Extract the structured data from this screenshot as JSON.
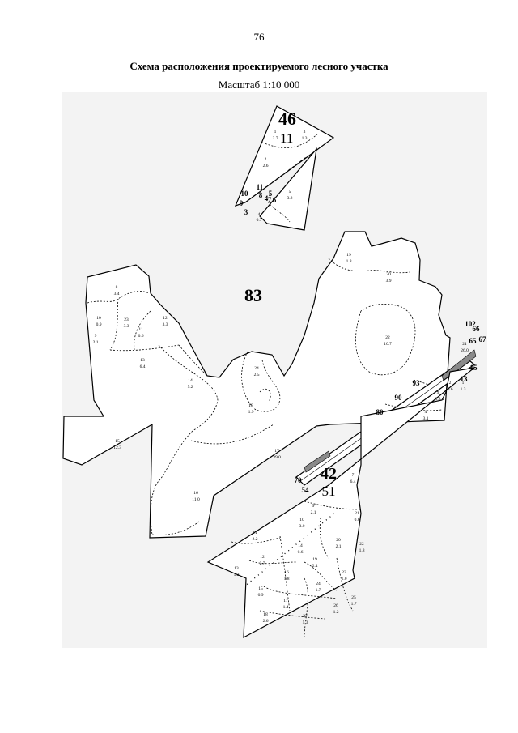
{
  "page": {
    "number": "76"
  },
  "header": {
    "title": "Схема расположения проектируемого лесного участка",
    "scale": "Масштаб 1:10 000"
  },
  "quarters": [
    {
      "id": "46",
      "sub": "11"
    },
    {
      "id": "83"
    },
    {
      "id": "42",
      "sub": "51"
    }
  ],
  "plots": [
    {
      "id": "1",
      "area": "2.7"
    },
    {
      "id": "3",
      "area": "1.3"
    },
    {
      "id": "2",
      "area": "2.6"
    },
    {
      "id": "5",
      "area": "3.2"
    },
    {
      "id": "4",
      "area": "0.7"
    },
    {
      "id": "19",
      "area": "1.8"
    },
    {
      "id": "20",
      "area": "3.9"
    },
    {
      "id": "8",
      "area": "3.4"
    },
    {
      "id": "10",
      "area": "0.9"
    },
    {
      "id": "23",
      "area": "3.3"
    },
    {
      "id": "12",
      "area": "3.3"
    },
    {
      "id": "11",
      "area": "0.6"
    },
    {
      "id": "9",
      "area": "2.1"
    },
    {
      "id": "13",
      "area": "6.4"
    },
    {
      "id": "22",
      "area": "10.7"
    },
    {
      "id": "21",
      "area": "26.0"
    },
    {
      "id": "24",
      "area": "2.5"
    },
    {
      "id": "14",
      "area": "5.2"
    },
    {
      "id": "18",
      "area": "1.9"
    },
    {
      "id": "15",
      "area": "12.3"
    },
    {
      "id": "17",
      "area": "39.0"
    },
    {
      "id": "16",
      "area": "11.0"
    },
    {
      "id": "4",
      "area": "3.1"
    },
    {
      "id": "3",
      "area": "0.8"
    },
    {
      "id": "2",
      "area": "0.6"
    },
    {
      "id": "1",
      "area": "1.3"
    },
    {
      "id": "7",
      "area": "6.4"
    },
    {
      "id": "9",
      "area": "2.1"
    },
    {
      "id": "21",
      "area": "0.6"
    },
    {
      "id": "10",
      "area": "3.0"
    },
    {
      "id": "11",
      "area": "2.2"
    },
    {
      "id": "20",
      "area": "2.1"
    },
    {
      "id": "22",
      "area": "1.8"
    },
    {
      "id": "14",
      "area": "0.6"
    },
    {
      "id": "12",
      "area": "2.7"
    },
    {
      "id": "19",
      "area": "2.4"
    },
    {
      "id": "13",
      "area": "1.2"
    },
    {
      "id": "16",
      "area": "1.8"
    },
    {
      "id": "23",
      "area": "1.0"
    },
    {
      "id": "24",
      "area": "1.7"
    },
    {
      "id": "15",
      "area": "0.9"
    },
    {
      "id": "25",
      "area": "1.7"
    },
    {
      "id": "17",
      "area": "1.4"
    },
    {
      "id": "26",
      "area": "1.2"
    },
    {
      "id": "18",
      "area": "2.6"
    },
    {
      "id": "27",
      "area": "5.3"
    }
  ],
  "small_labels": [
    "10",
    "11",
    "8",
    "5",
    "9",
    "4",
    "7",
    "6",
    "3",
    "70",
    "54",
    "102",
    "67",
    "66",
    "65",
    "13",
    "15",
    "93",
    "80",
    "90"
  ]
}
